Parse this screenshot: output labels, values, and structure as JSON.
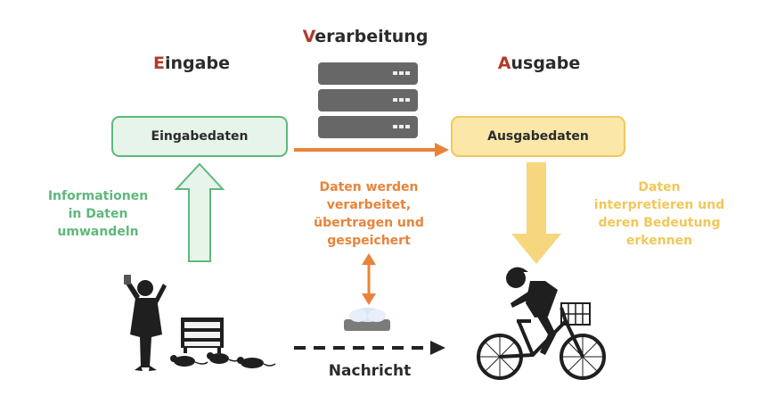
{
  "headers": {
    "input": {
      "initial": "E",
      "rest": "ingabe"
    },
    "process": {
      "initial": "V",
      "rest": "erarbeitung"
    },
    "output": {
      "initial": "A",
      "rest": "usgabe"
    }
  },
  "boxes": {
    "input": "Eingabedaten",
    "output": "Ausgabedaten"
  },
  "notes": {
    "input": [
      "Informationen",
      "in Daten",
      "umwandeln"
    ],
    "process": [
      "Daten werden",
      "verarbeitet,",
      "übertragen und",
      "gespeichert"
    ],
    "output": [
      "Daten",
      "interpretieren und",
      "deren Bedeutung",
      "erkennen"
    ]
  },
  "message_label": "Nachricht",
  "icons": {
    "server": "server-stack-icon",
    "cloud_device": "cloud-device-icon",
    "sender": "frightened-person-icon",
    "furniture": "dresser-icon",
    "animals": "rats-icon",
    "receiver": "cyclist-icon"
  },
  "colors": {
    "input_green": "#5fb87a",
    "input_box_fill": "#e6f4ea",
    "process_orange": "#e9833a",
    "output_yellow": "#f2c75a",
    "output_box_fill": "#fbe7a8",
    "header_initial_red": "#b23a2a",
    "server_gray": "#666666"
  }
}
